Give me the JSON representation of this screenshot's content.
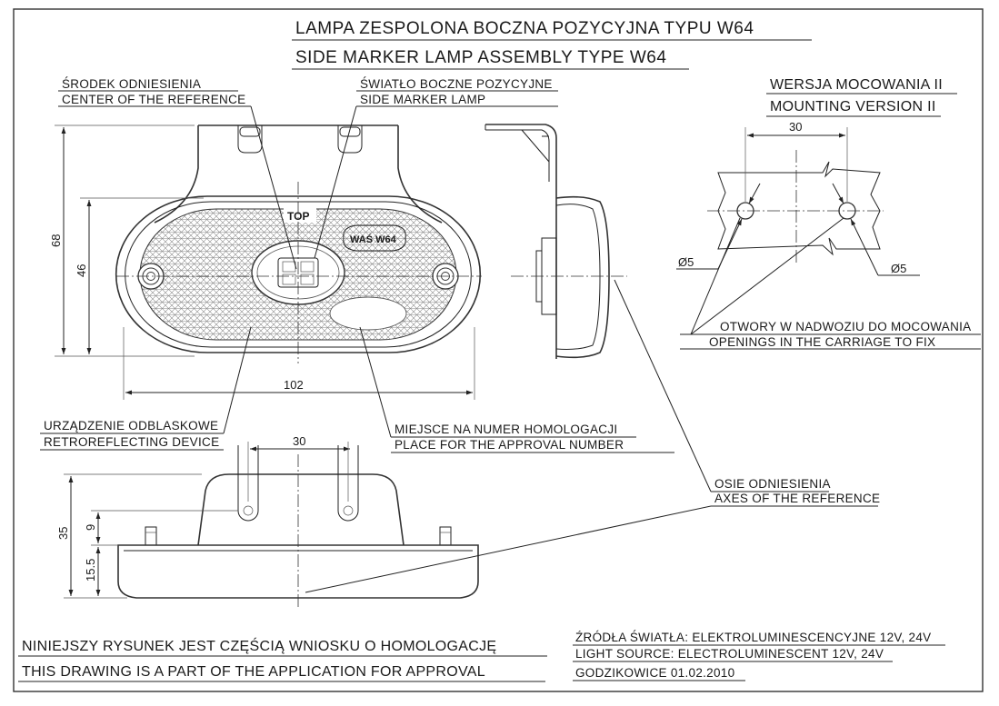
{
  "title": {
    "pl": "LAMPA ZESPOLONA BOCZNA POZYCYJNA TYPU W64",
    "en": "SIDE MARKER LAMP ASSEMBLY TYPE W64"
  },
  "labels": {
    "center_ref_pl": "ŚRODEK ODNIESIENIA",
    "center_ref_en": "CENTER OF THE REFERENCE",
    "side_marker_pl": "ŚWIATŁO BOCZNE POZYCYJNE",
    "side_marker_en": "SIDE MARKER LAMP",
    "retro_pl": "URZĄDZENIE ODBLASKOWE",
    "retro_en": "RETROREFLECTING DEVICE",
    "approval_place_pl": "MIEJSCE NA NUMER HOMOLOGACJI",
    "approval_place_en": "PLACE FOR THE APPROVAL NUMBER",
    "axes_pl": "OSIE ODNIESIENIA",
    "axes_en": "AXES OF THE REFERENCE",
    "mount_pl": "WERSJA MOCOWANIA II",
    "mount_en": "MOUNTING VERSION II",
    "openings_pl": "OTWORY W NADWOZIU DO MOCOWANIA",
    "openings_en": "OPENINGS IN THE CARRIAGE TO FIX",
    "lens_top": "TOP",
    "lens_mark": "WAŚ W64"
  },
  "dimensions": {
    "height_total": "68",
    "height_lens": "46",
    "width_total": "102",
    "bottom_hole_spacing": "30",
    "bottom_height_total": "35",
    "bottom_height_hole": "9",
    "bottom_height_base": "15.5",
    "mount_spacing": "30",
    "hole_dia_left": "Ø5",
    "hole_dia_right": "Ø5"
  },
  "footer": {
    "note_pl": "NINIEJSZY RYSUNEK JEST CZĘŚCIĄ WNIOSKU O  HOMOLOGACJĘ",
    "note_en": "THIS DRAWING IS A PART OF THE APPLICATION FOR  APPROVAL",
    "source_pl": "ŹRÓDŁA ŚWIATŁA: ELEKTROLUMINESCENCYJNE  12V, 24V",
    "source_en": "LIGHT SOURCE: ELECTROLUMINESCENT  12V, 24V",
    "place_date": "GODZIKOWICE 01.02.2010"
  }
}
